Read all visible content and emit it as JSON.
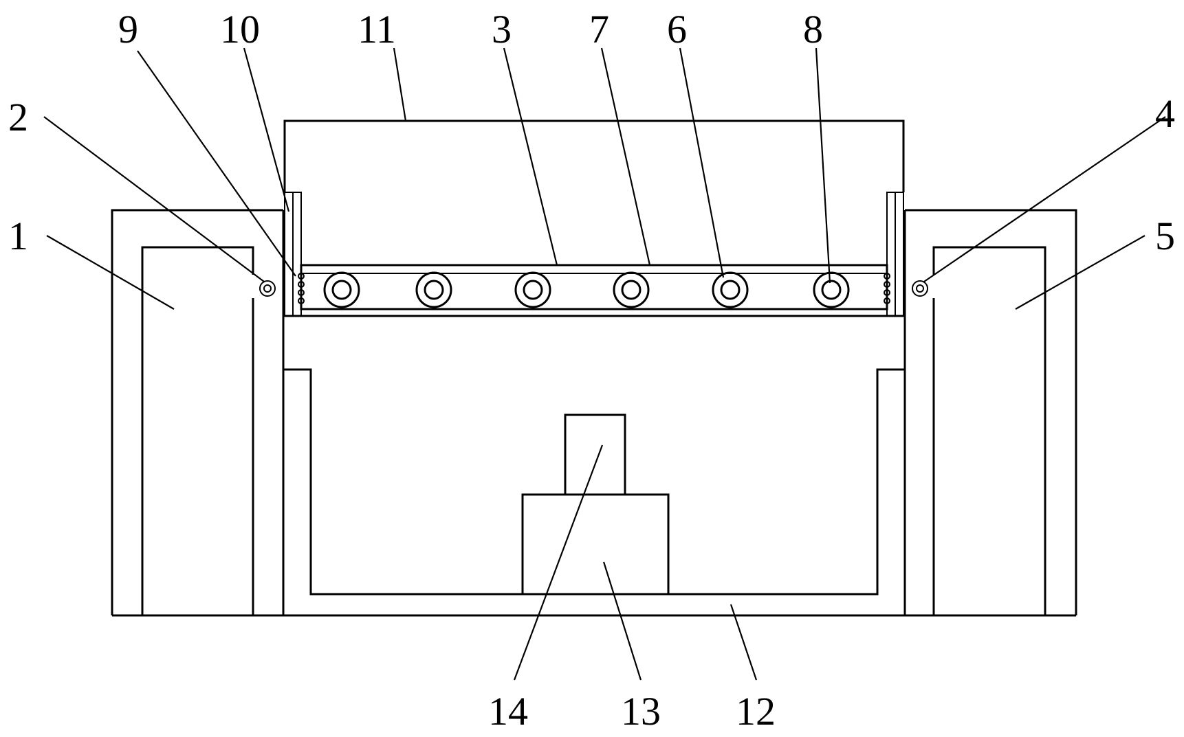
{
  "figure": {
    "title": "",
    "callouts": [
      {
        "id": "c1",
        "text": "1"
      },
      {
        "id": "c2",
        "text": "2"
      },
      {
        "id": "c3",
        "text": "3"
      },
      {
        "id": "c4",
        "text": "4"
      },
      {
        "id": "c5",
        "text": "5"
      },
      {
        "id": "c6",
        "text": "6"
      },
      {
        "id": "c7",
        "text": "7"
      },
      {
        "id": "c8",
        "text": "8"
      },
      {
        "id": "c9",
        "text": "9"
      },
      {
        "id": "c10",
        "text": "10"
      },
      {
        "id": "c11",
        "text": "11"
      },
      {
        "id": "c12",
        "text": "12"
      },
      {
        "id": "c13",
        "text": "13"
      },
      {
        "id": "c14",
        "text": "14"
      }
    ],
    "roller_count": 6
  }
}
